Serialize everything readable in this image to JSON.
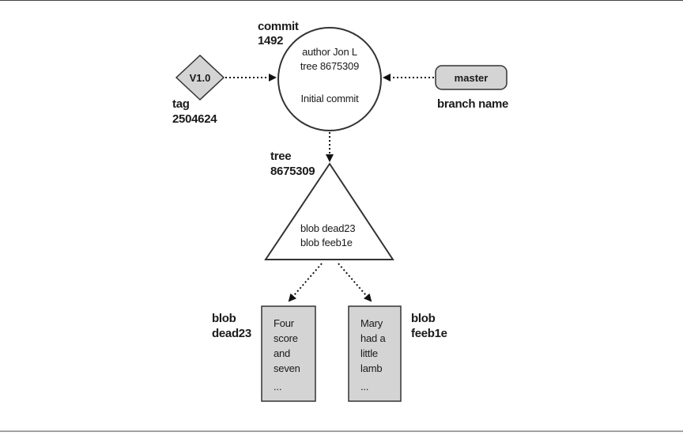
{
  "commit": {
    "label": "commit",
    "id": "1492",
    "author_line": "author Jon L",
    "tree_line": "tree 8675309",
    "message": "Initial commit"
  },
  "tag": {
    "name": "V1.0",
    "label": "tag",
    "id": "2504624"
  },
  "branch": {
    "name": "master",
    "label": "branch name"
  },
  "tree": {
    "label": "tree",
    "id": "8675309",
    "entries": [
      "blob dead23",
      "blob feeb1e"
    ]
  },
  "blobs": [
    {
      "label": "blob",
      "id": "dead23",
      "lines": [
        "Four",
        "score",
        "and",
        "seven",
        "..."
      ]
    },
    {
      "label": "blob",
      "id": "feeb1e",
      "lines": [
        "Mary",
        "had a",
        "little",
        "lamb",
        "..."
      ]
    }
  ],
  "colors": {
    "node_fill": "#d4d4d4",
    "node_stroke": "#333333",
    "circle_fill": "#ffffff",
    "arrow": "#111111"
  }
}
